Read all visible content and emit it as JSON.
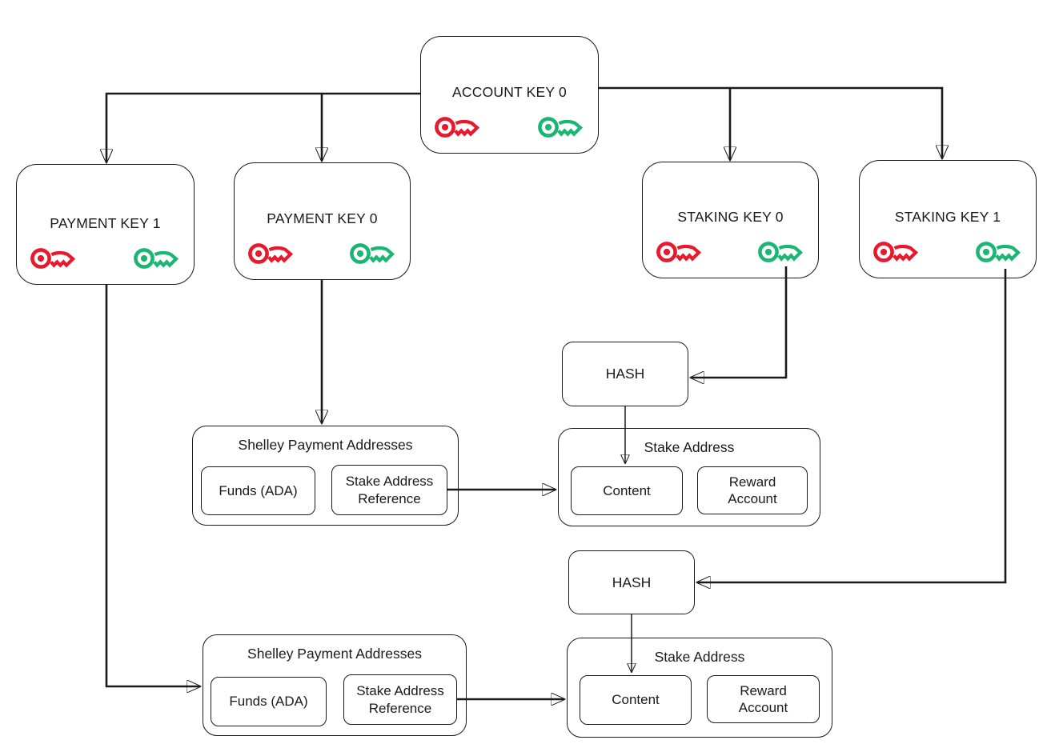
{
  "diagram": {
    "colors": {
      "outline": "#1a1a1a",
      "key_red": "#e8192c",
      "key_green": "#1db573",
      "background": "#ffffff"
    },
    "icons": {
      "red_key": "red-key-icon",
      "green_key": "green-key-icon"
    },
    "nodes": {
      "account_key_0": {
        "label": "ACCOUNT KEY 0"
      },
      "payment_key_1": {
        "label": "PAYMENT KEY 1"
      },
      "payment_key_0": {
        "label": "PAYMENT KEY 0"
      },
      "staking_key_0": {
        "label": "STAKING KEY 0"
      },
      "staking_key_1": {
        "label": "STAKING KEY 1"
      },
      "hash_top": {
        "label": "HASH"
      },
      "hash_bottom": {
        "label": "HASH"
      },
      "shelley_top": {
        "title": "Shelley Payment Addresses",
        "funds": "Funds (ADA)",
        "reference": "Stake Address Reference"
      },
      "shelley_bottom": {
        "title": "Shelley Payment Addresses",
        "funds": "Funds (ADA)",
        "reference": "Stake Address Reference"
      },
      "stake_address_top": {
        "title": "Stake Address",
        "content": "Content",
        "reward": "Reward Account"
      },
      "stake_address_bottom": {
        "title": "Stake Address",
        "content": "Content",
        "reward": "Reward Account"
      }
    }
  }
}
